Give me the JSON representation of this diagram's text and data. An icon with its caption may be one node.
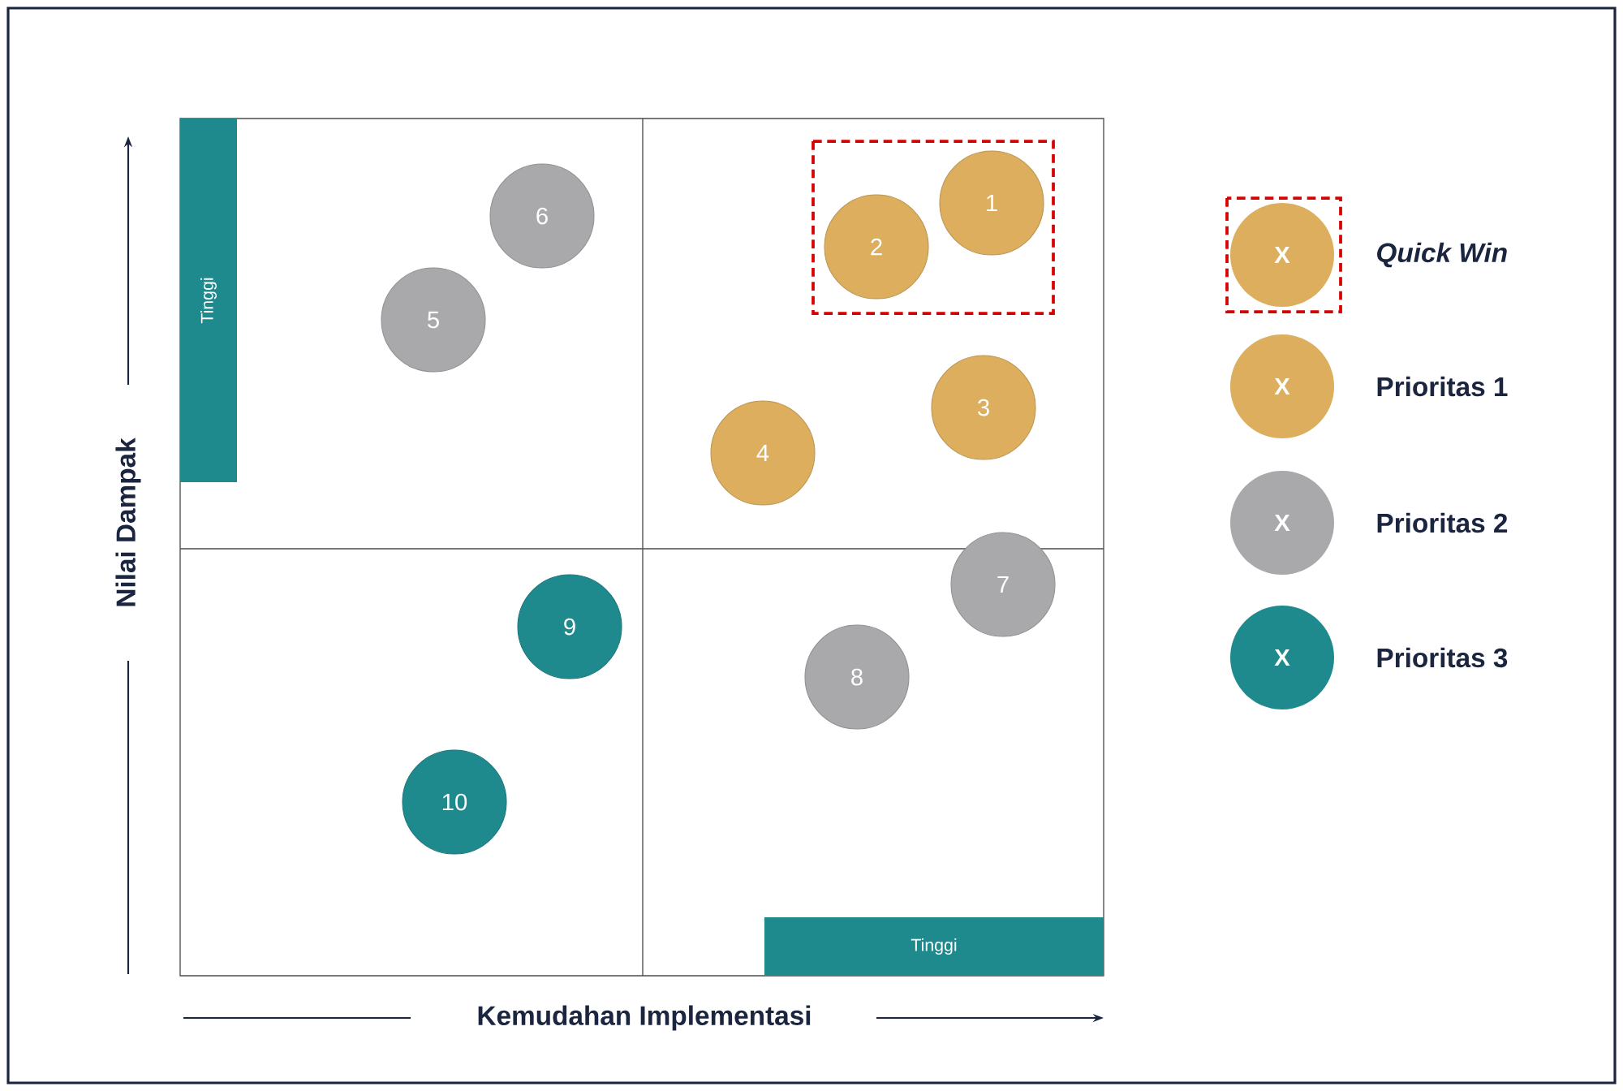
{
  "diagram": {
    "nodes": [
      {
        "text": [
          "Tinggi"
        ]
      },
      {
        "text": [
          "1"
        ]
      },
      {
        "text": [
          "2"
        ]
      },
      {
        "text": [
          "3"
        ]
      },
      {
        "text": [
          "4"
        ]
      },
      {
        "text": [
          "5"
        ]
      },
      {
        "text": [
          "6"
        ]
      },
      {
        "text": [
          "7"
        ]
      },
      {
        "text": [
          "8"
        ]
      },
      {
        "text": [
          "9"
        ]
      },
      {
        "text": [
          "10"
        ]
      },
      {
        "text": [
          "Tinggi"
        ]
      }
    ],
    "labels": [
      "Nilai Dampak",
      "Kemudahan Implementasi",
      "X",
      "X",
      "X",
      "X"
    ],
    "legend": [
      {
        "text": "Quick Win",
        "color": "#dcae5e"
      },
      {
        "text": "Prioritas 1",
        "color": "#dcae5e"
      },
      {
        "text": "Prioritas 2",
        "color": "#a9a8ab"
      },
      {
        "text": "Prioritas 3",
        "color": "#1f8a8e"
      }
    ]
  }
}
